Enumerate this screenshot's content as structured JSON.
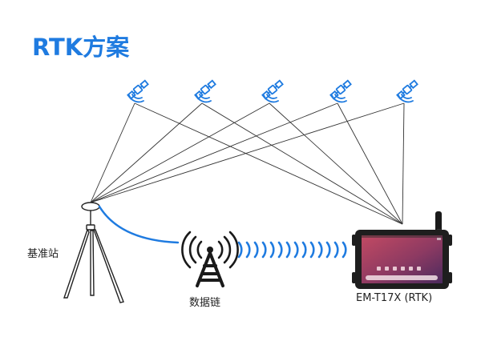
{
  "title": "RTK方案",
  "labels": {
    "base_station": "基准站",
    "data_link": "数据链",
    "device": "EM-T17X (RTK)"
  },
  "colors": {
    "accent": "#1f7be0",
    "line": "#333333",
    "dark": "#1a1a1a"
  },
  "icons": [
    "satellite-icon",
    "tripod-icon",
    "radio-tower-icon",
    "tablet-icon",
    "antenna-icon"
  ]
}
